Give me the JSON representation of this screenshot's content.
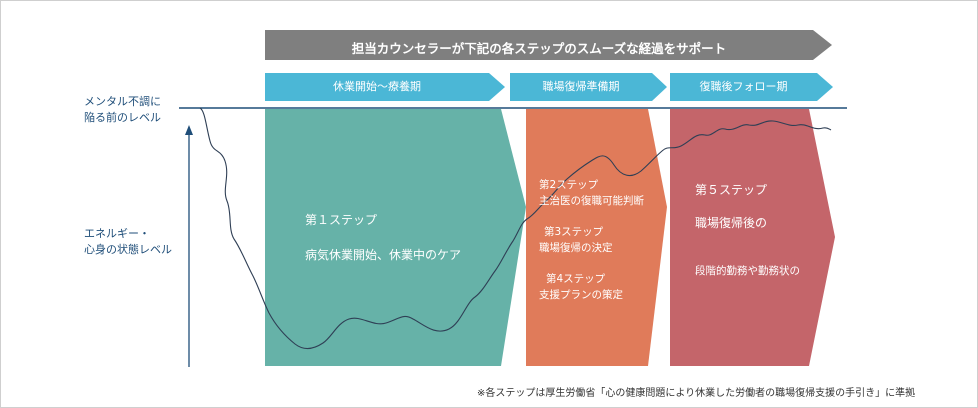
{
  "banner": "担当カウンセラーが下記の各ステップのスムーズな経過をサポート",
  "phases": [
    {
      "label": "休業開始～療養期"
    },
    {
      "label": "職場復帰準備期"
    },
    {
      "label": "復職後フォロー期"
    }
  ],
  "y_axis": {
    "top_line1": "メンタル不調に",
    "top_line2": "陥る前のレベル",
    "mid_line1": "エネルギー・",
    "mid_line2": "心身の状態レベル"
  },
  "stages": {
    "stage1": {
      "title": "第１ステップ",
      "desc": "病気休業開始、休業中のケア"
    },
    "stage2": {
      "s2_title": "第2ステップ",
      "s2_desc": "主治医の復職可能判断",
      "s3_title": "第3ステップ",
      "s3_desc": "職場復帰の決定",
      "s4_title": "第4ステップ",
      "s4_desc": "支援プランの策定"
    },
    "stage3": {
      "title": "第５ステップ",
      "subtitle": "職場復帰後の",
      "desc": "段階的勤務や勤務状の"
    }
  },
  "footnote": "※各ステップは厚生労働省「心の健康問題により休業した労働者の職場復帰支援の手引き」に準拠",
  "colors": {
    "banner": "#7f7f7f",
    "phase": "#4bb7d6",
    "stage1": "#66b2a8",
    "stage2": "#e07b5a",
    "stage3": "#c4656a",
    "baseline": "#1f4e79",
    "curve": "#2f3f55"
  }
}
